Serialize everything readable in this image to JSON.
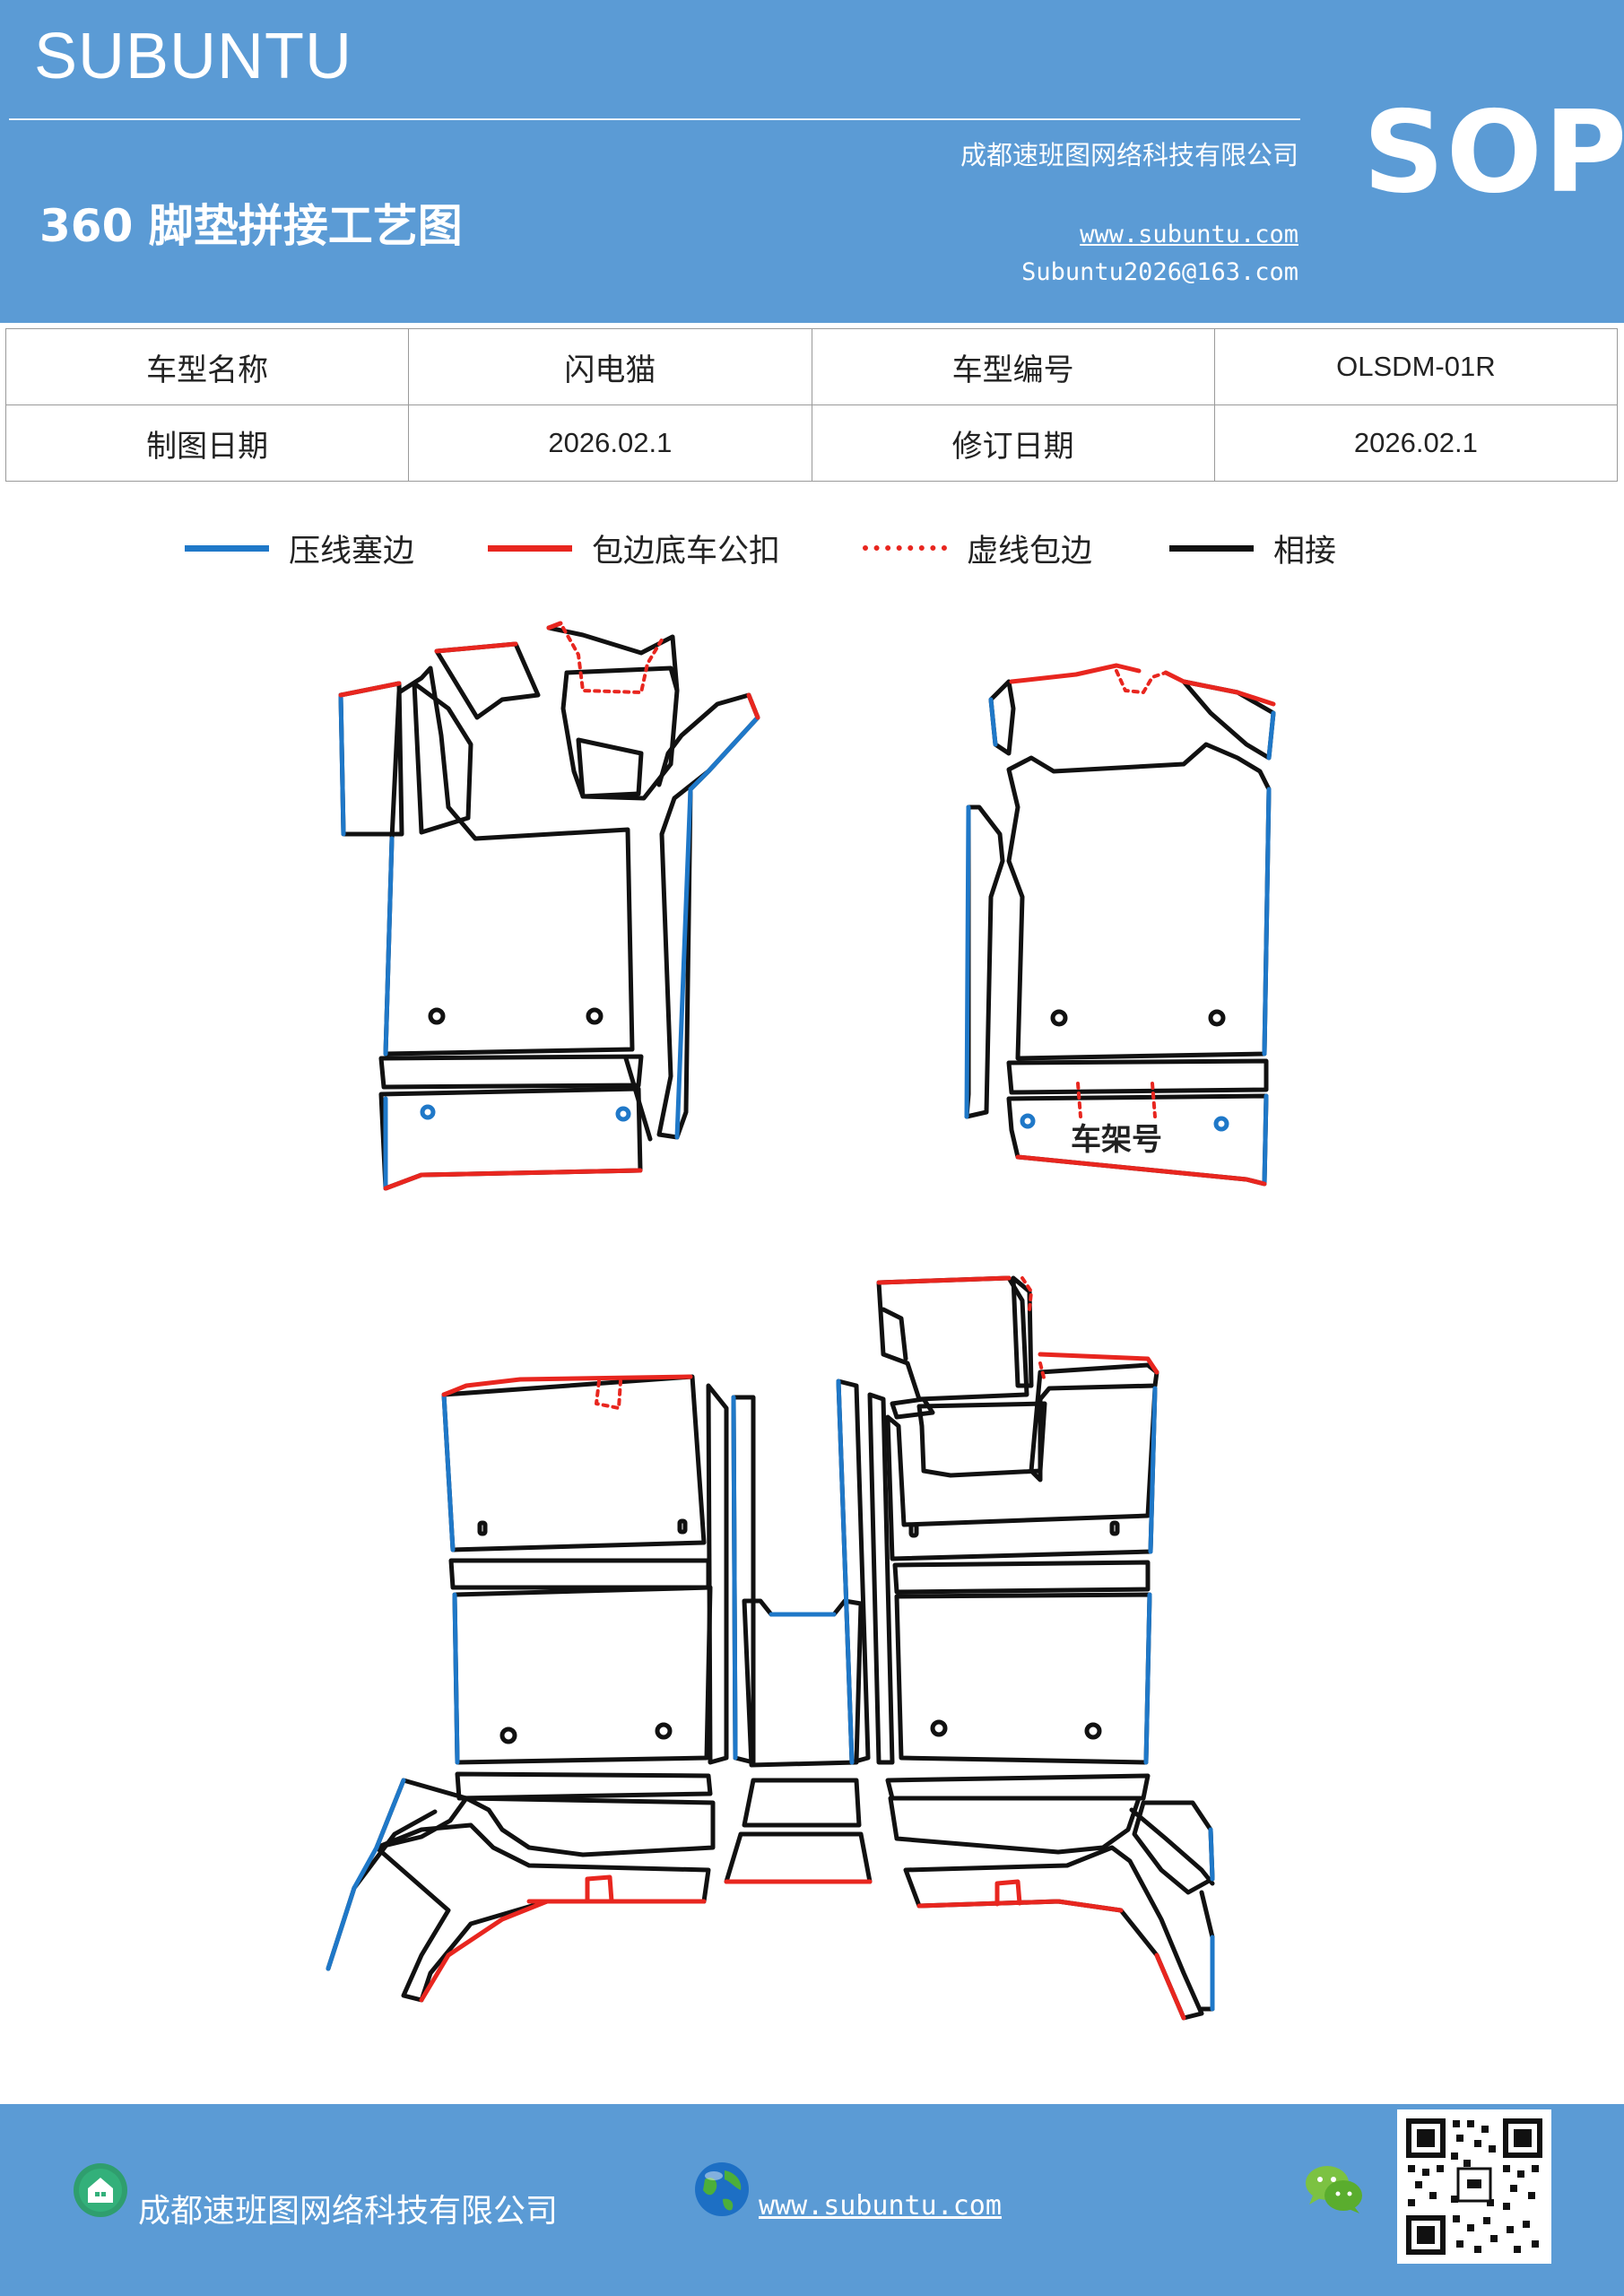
{
  "header": {
    "brand": "SUBUNTU",
    "company": "成都速班图网络科技有限公司",
    "title": "360 脚垫拼接工艺图",
    "website": "www.subuntu.com",
    "email": "Subuntu2026@163.com",
    "badge": "SOP"
  },
  "info_table": {
    "rows": [
      [
        {
          "label": "车型名称",
          "value": "闪电猫"
        },
        {
          "label": "车型编号",
          "value": "OLSDM-01R"
        }
      ],
      [
        {
          "label": "制图日期",
          "value": "2026.02.1"
        },
        {
          "label": "修订日期",
          "value": "2026.02.1"
        }
      ]
    ]
  },
  "legend": [
    {
      "label": "压线塞边",
      "color": "#1f78c8",
      "style": "solid"
    },
    {
      "label": "包边底车公扣",
      "color": "#e8261f",
      "style": "solid"
    },
    {
      "label": "虚线包边",
      "color": "#e8261f",
      "style": "dotted"
    },
    {
      "label": "相接",
      "color": "#111111",
      "style": "solid"
    }
  ],
  "diagram": {
    "frame_label": "车架号",
    "colors": {
      "press_edge": "#1f78c8",
      "wrap_edge": "#e8261f",
      "join": "#111111"
    }
  },
  "footer": {
    "company": "成都速班图网络科技有限公司",
    "website": "www.subuntu.com",
    "icons": [
      "home-icon",
      "globe-icon",
      "wechat-icon",
      "qr-code"
    ]
  }
}
